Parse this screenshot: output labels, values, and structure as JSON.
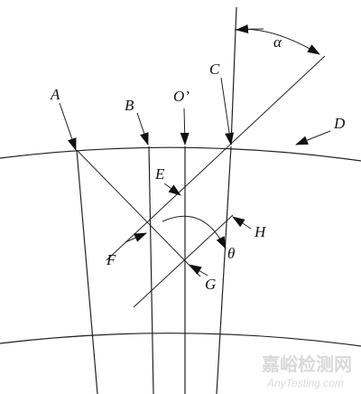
{
  "labels": {
    "A": "A",
    "B": "B",
    "O": "O’",
    "C": "C",
    "D": "D",
    "E": "E",
    "F": "F",
    "G": "G",
    "H": "H",
    "alpha": "α",
    "theta": "θ"
  },
  "watermark": {
    "cn": "嘉峪检测网",
    "en": "AnyTesting.com"
  }
}
